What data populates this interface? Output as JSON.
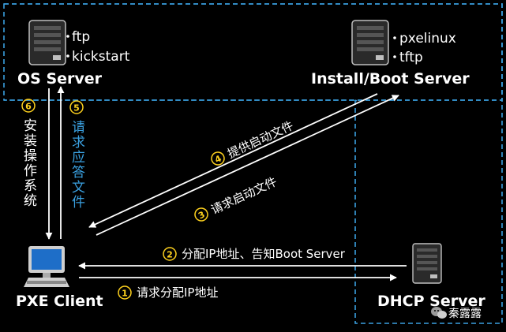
{
  "colors": {
    "background": "#000000",
    "text": "#ffffff",
    "dashed_border": "#3aa0e0",
    "step_circle": "#ffd21e",
    "step5_text": "#3aa0e0",
    "icon_dark": "#2a2a2a",
    "icon_light": "#bfbfbf",
    "monitor_blue": "#1e6ec8"
  },
  "nodes": {
    "os_server": {
      "name": "OS Server",
      "services": [
        "ftp",
        "kickstart"
      ],
      "icon": "server-tower-icon"
    },
    "install_boot_server": {
      "name": "Install/Boot Server",
      "services": [
        "pxelinux",
        "tftp"
      ],
      "icon": "server-tower-icon"
    },
    "pxe_client": {
      "name": "PXE Client",
      "icon": "desktop-computer-icon"
    },
    "dhcp_server": {
      "name": "DHCP Server",
      "icon": "server-tower-icon"
    }
  },
  "steps": [
    {
      "num": "1",
      "text": "请求分配IP地址"
    },
    {
      "num": "2",
      "text": "分配IP地址、告知Boot Server"
    },
    {
      "num": "3",
      "text": "请求启动文件"
    },
    {
      "num": "4",
      "text": "提供启动文件"
    },
    {
      "num": "5",
      "text": "请求应答文件"
    },
    {
      "num": "6",
      "text": "安装操作系统"
    }
  ],
  "watermark": {
    "text": "秦露露",
    "icon": "wechat-icon"
  }
}
